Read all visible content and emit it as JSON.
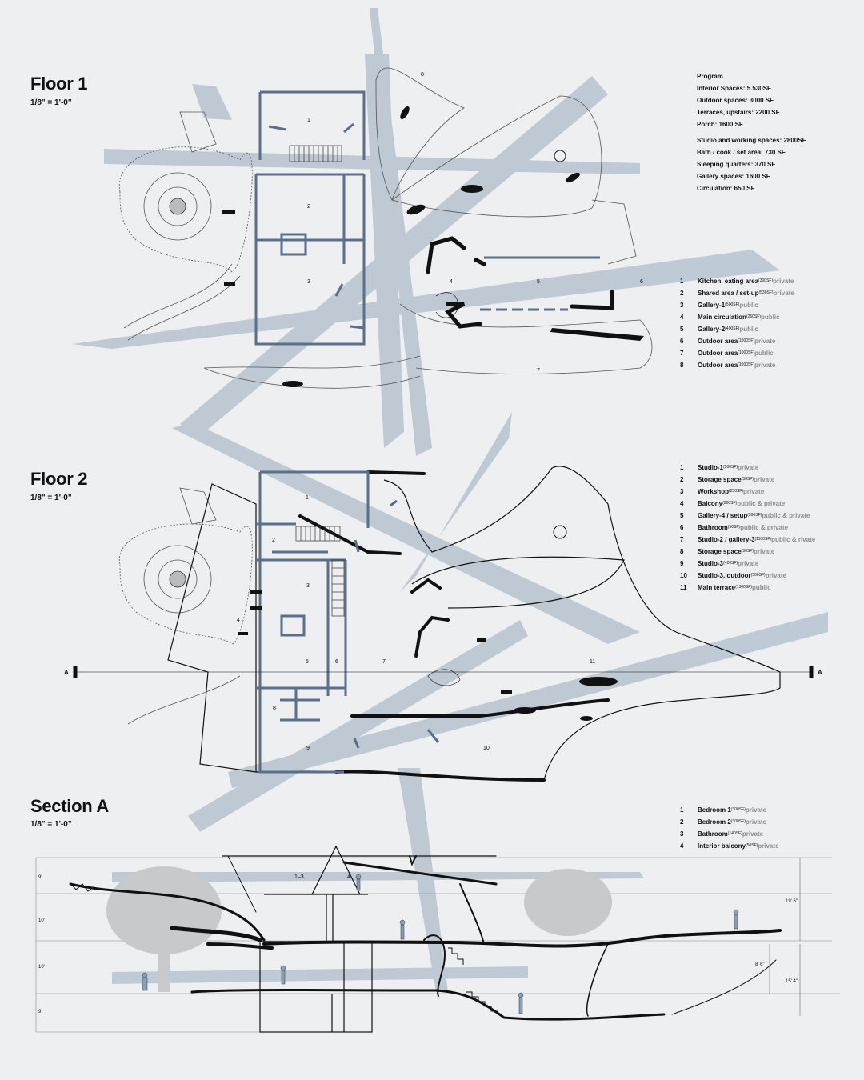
{
  "colors": {
    "background": "#eeeff0",
    "wall": "#5a6f8c",
    "beam": "#9fb0c3",
    "ink": "#111111",
    "accent_text": "#8a8d91",
    "tree": "#c8c9cb"
  },
  "floor1": {
    "title": "Floor 1",
    "scale": "1/8\" = 1'-0\"",
    "room_numbers": [
      "1",
      "2",
      "3",
      "4",
      "5",
      "6",
      "7",
      "8"
    ],
    "legend": [
      {
        "num": "1",
        "name": "Kitchen, eating area",
        "area": "(300SF)",
        "access": "private"
      },
      {
        "num": "2",
        "name": "Shared area / set-up",
        "area": "(530SF)",
        "access": "private"
      },
      {
        "num": "3",
        "name": "Gallery-1",
        "area": "(500SF)",
        "access": "public"
      },
      {
        "num": "4",
        "name": "Main circulation",
        "area": "(250SF)",
        "access": "public"
      },
      {
        "num": "5",
        "name": "Gallery-2",
        "area": "(400SF)",
        "access": "public"
      },
      {
        "num": "6",
        "name": "Outdoor area",
        "area": "(1000SF)",
        "access": "private"
      },
      {
        "num": "7",
        "name": "Outdoor area",
        "area": "(1000SF)",
        "access": "public"
      },
      {
        "num": "8",
        "name": "Outdoor area",
        "area": "(1000SF)",
        "access": "private"
      }
    ]
  },
  "program": {
    "title": "Program",
    "lines_a": [
      "Interior Spaces: 5.530SF",
      "Outdoor spaces: 3000 SF",
      "Terraces, upstairs: 2200 SF",
      "Porch: 1600 SF"
    ],
    "lines_b": [
      "Studio and working spaces: 2800SF",
      "Bath / cook / set area: 730 SF",
      "Sleeping quarters: 370 SF",
      "Gallery spaces: 1600 SF",
      "Circulation: 650 SF"
    ]
  },
  "floor2": {
    "title": "Floor 2",
    "scale": "1/8\" = 1'-0\"",
    "room_numbers": [
      "1",
      "2",
      "3",
      "4",
      "5",
      "6",
      "7",
      "8",
      "9",
      "10",
      "11"
    ],
    "section_marker": "A",
    "legend": [
      {
        "num": "1",
        "name": "Studio-1",
        "area": "(500SF)",
        "access": "private"
      },
      {
        "num": "2",
        "name": "Storage space",
        "area": "(50SF)",
        "access": "private"
      },
      {
        "num": "3",
        "name": "Workshop",
        "area": "(250SF)",
        "access": "private"
      },
      {
        "num": "4",
        "name": "Balcony",
        "area": "(200SF)",
        "access": "public & private"
      },
      {
        "num": "5",
        "name": "Gallery-4 / setup",
        "area": "(390SF)",
        "access": "public & private"
      },
      {
        "num": "6",
        "name": "Bathroom",
        "area": "(50SF)",
        "access": "public & private"
      },
      {
        "num": "7",
        "name": "Studio-2 / gallery-3",
        "area": "(1100SF)",
        "access": "public & rivate"
      },
      {
        "num": "8",
        "name": "Storage space",
        "area": "(50SF)",
        "access": "private"
      },
      {
        "num": "9",
        "name": "Studio-3",
        "area": "(420SF)",
        "access": "private"
      },
      {
        "num": "10",
        "name": "Studio-3, outdoor",
        "area": "(500SF)",
        "access": "private"
      },
      {
        "num": "11",
        "name": "Main terrace",
        "area": "(1300SF)",
        "access": "public"
      }
    ]
  },
  "section": {
    "title": "Section A",
    "scale": "1/8\" = 1'-0\"",
    "labels": [
      "1–3",
      "4"
    ],
    "heights_left": [
      "9'",
      "10'",
      "10'",
      "9'"
    ],
    "dims_right": [
      "19' 6\"",
      "8' 6\"",
      "15' 4\""
    ],
    "legend": [
      {
        "num": "1",
        "name": "Bedroom 1",
        "area": "(300SF)",
        "access": "private"
      },
      {
        "num": "2",
        "name": "Bedroom 2",
        "area": "(300SF)",
        "access": "private"
      },
      {
        "num": "3",
        "name": "Bathroom",
        "area": "(140SF)",
        "access": "private"
      },
      {
        "num": "4",
        "name": "Interior balcony",
        "area": "(50SF)",
        "access": "private"
      }
    ]
  }
}
